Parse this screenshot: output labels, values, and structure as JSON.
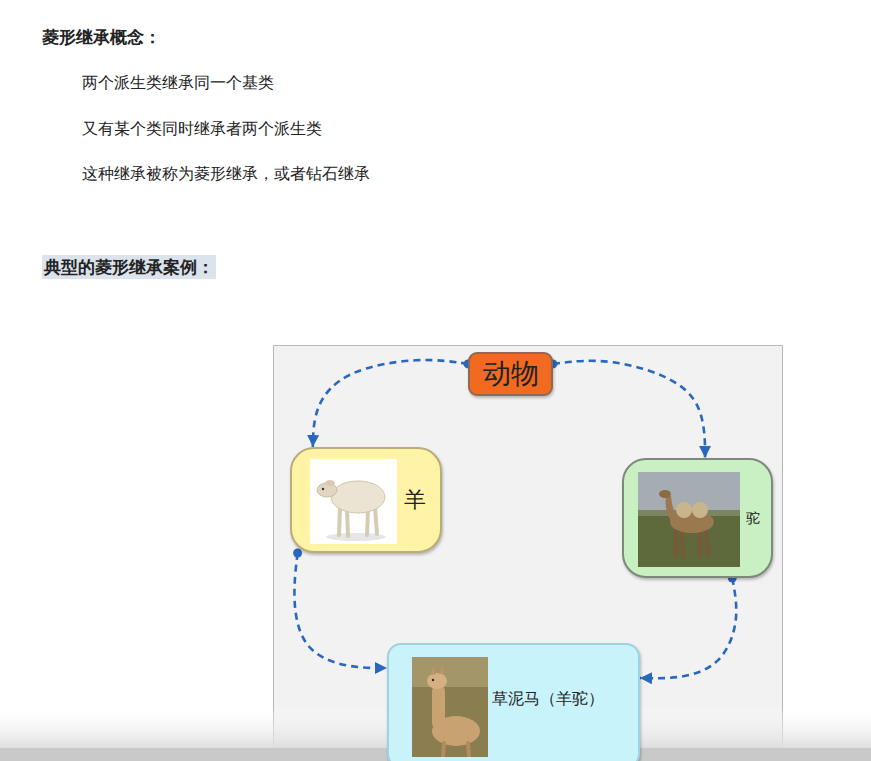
{
  "diagram": {
    "title": "菱形继承概念：",
    "nodes": [
      {
        "text": [
          "动物"
        ]
      },
      {
        "text": [
          "羊"
        ]
      },
      {
        "text": [
          "驼"
        ]
      },
      {
        "text": [
          "草泥马（羊驼）"
        ]
      }
    ],
    "edges": [
      {
        "from": 0,
        "to": 1,
        "arrow": "to"
      },
      {
        "from": 0,
        "to": 2,
        "arrow": "to"
      },
      {
        "from": 1,
        "to": 3,
        "arrow": "to"
      },
      {
        "from": 2,
        "to": 3,
        "arrow": "to"
      }
    ],
    "labels": [
      "两个派生类继承同一个基类",
      "又有某个类同时继承者两个派生类",
      "这种继承被称为菱形继承，或者钻石继承",
      "典型的菱形继承案例："
    ]
  }
}
